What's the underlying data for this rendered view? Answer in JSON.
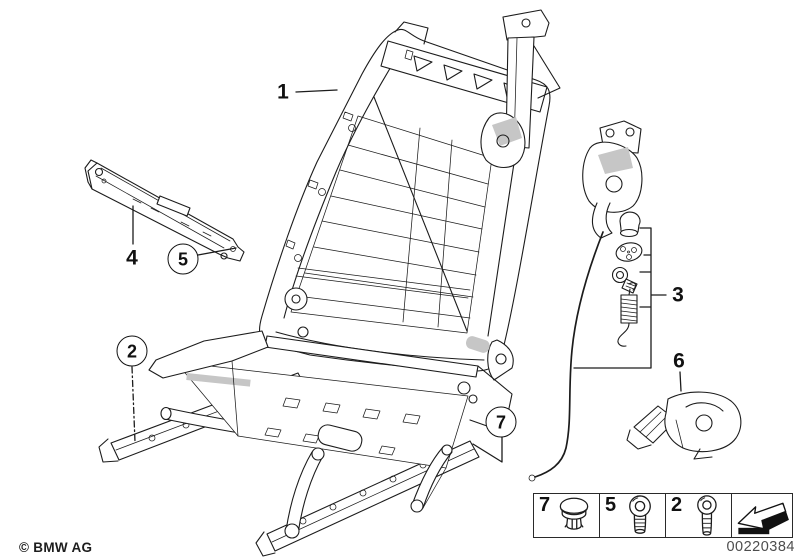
{
  "colors": {
    "background": "#ffffff",
    "line_art": "#1c1c1c",
    "label_text": "#111111",
    "part_number_text": "#4d4d4d",
    "shading_gray": "#c6c6c6"
  },
  "callouts": [
    {
      "label": "1",
      "circled": false
    },
    {
      "label": "2",
      "circled": true
    },
    {
      "label": "3",
      "circled": false
    },
    {
      "label": "4",
      "circled": false
    },
    {
      "label": "5",
      "circled": true
    },
    {
      "label": "6",
      "circled": false
    },
    {
      "label": "7",
      "circled": true
    }
  ],
  "legend": {
    "cells": [
      {
        "label": "7",
        "icon": "clip-rivet-icon"
      },
      {
        "label": "5",
        "icon": "socket-head-screw-icon"
      },
      {
        "label": "2",
        "icon": "socket-head-screw-long-icon"
      },
      {
        "label": "",
        "icon": "direction-arrow-icon"
      }
    ]
  },
  "footer": {
    "copyright": "© BMW AG",
    "image_number": "00220384"
  }
}
